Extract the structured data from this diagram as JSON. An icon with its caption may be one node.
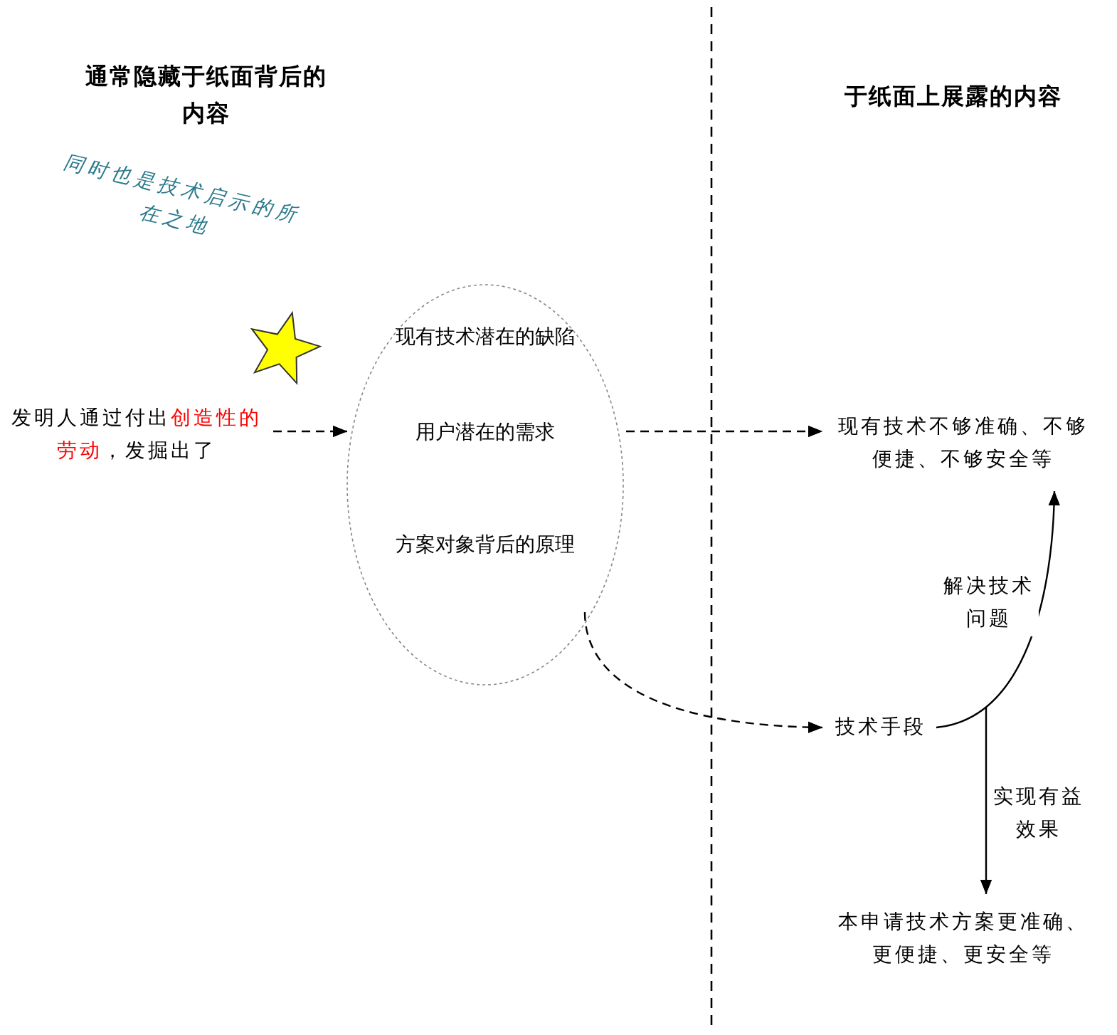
{
  "diagram": {
    "nodes": [
      {
        "text": [
          "现有技术潜在的缺陷",
          "用户潜在的需求",
          "方案对象背后的原理"
        ]
      },
      {
        "text": [
          "发明人通过付出**创造性的劳动**，发掘出了"
        ]
      },
      {
        "text": [
          "现有技术不够准确、不够便捷、不够安全等"
        ]
      },
      {
        "text": [
          "技术手段"
        ]
      },
      {
        "text": [
          "本申请技术方案更准确、更便捷、更安全等"
        ]
      }
    ],
    "edges": [
      {
        "from": 1,
        "to": 0,
        "arrow": "to",
        "style": "dashed"
      },
      {
        "from": 0,
        "to": 2,
        "arrow": "to",
        "style": "dashed"
      },
      {
        "from": 0,
        "to": 3,
        "arrow": "to",
        "style": "dashed"
      },
      {
        "from": 3,
        "to": 2,
        "arrow": "to",
        "label": "解决技术问题"
      },
      {
        "from": 3,
        "to": 4,
        "arrow": "to",
        "label": "实现有益效果"
      }
    ],
    "labels": [
      "通常隐藏于纸面背后的内容",
      "于纸面上展露的内容",
      "同时也是技术启示的所在之地"
    ]
  }
}
